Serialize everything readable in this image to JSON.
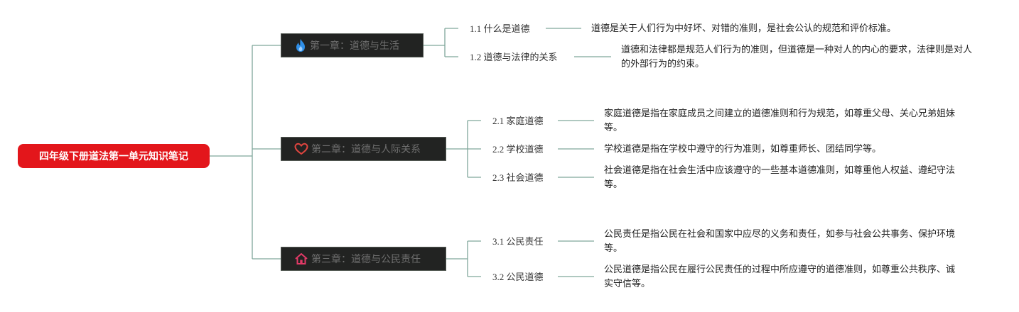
{
  "root": {
    "label": "四年级下册道法第一单元知识笔记"
  },
  "chapters": [
    {
      "label": "第一章：道德与生活",
      "icon": "flame-icon",
      "sections": [
        {
          "label": "1.1 什么是道德",
          "text": "道德是关于人们行为中好坏、对错的准则，是社会公认的规范和评价标准。"
        },
        {
          "label": "1.2 道德与法律的关系",
          "text": "道德和法律都是规范人们行为的准则，但道德是一种对人的内心的要求，法律则是对人的外部行为的约束。"
        }
      ]
    },
    {
      "label": "第二章：道德与人际关系",
      "icon": "heart-icon",
      "sections": [
        {
          "label": "2.1 家庭道德",
          "text": "家庭道德是指在家庭成员之间建立的道德准则和行为规范，如尊重父母、关心兄弟姐妹等。"
        },
        {
          "label": "2.2 学校道德",
          "text": "学校道德是指在学校中遵守的行为准则，如尊重师长、团结同学等。"
        },
        {
          "label": "2.3 社会道德",
          "text": "社会道德是指在社会生活中应该遵守的一些基本道德准则，如尊重他人权益、遵纪守法等。"
        }
      ]
    },
    {
      "label": "第三章：道德与公民责任",
      "icon": "house-icon",
      "sections": [
        {
          "label": "3.1 公民责任",
          "text": "公民责任是指公民在社会和国家中应尽的义务和责任，如参与社会公共事务、保护环境等。"
        },
        {
          "label": "3.2 公民道德",
          "text": "公民道德是指公民在履行公民责任的过程中所应遵守的道德准则，如尊重公共秩序、诚实守信等。"
        }
      ]
    }
  ],
  "colors": {
    "root_bg": "#e3161b",
    "chapter_bg": "#222322",
    "chapter_text": "#6f6f6f",
    "connector": "#7fa69a",
    "flame": "#2f8fe8",
    "heart": "#e0453f",
    "house": "#e23a67"
  }
}
